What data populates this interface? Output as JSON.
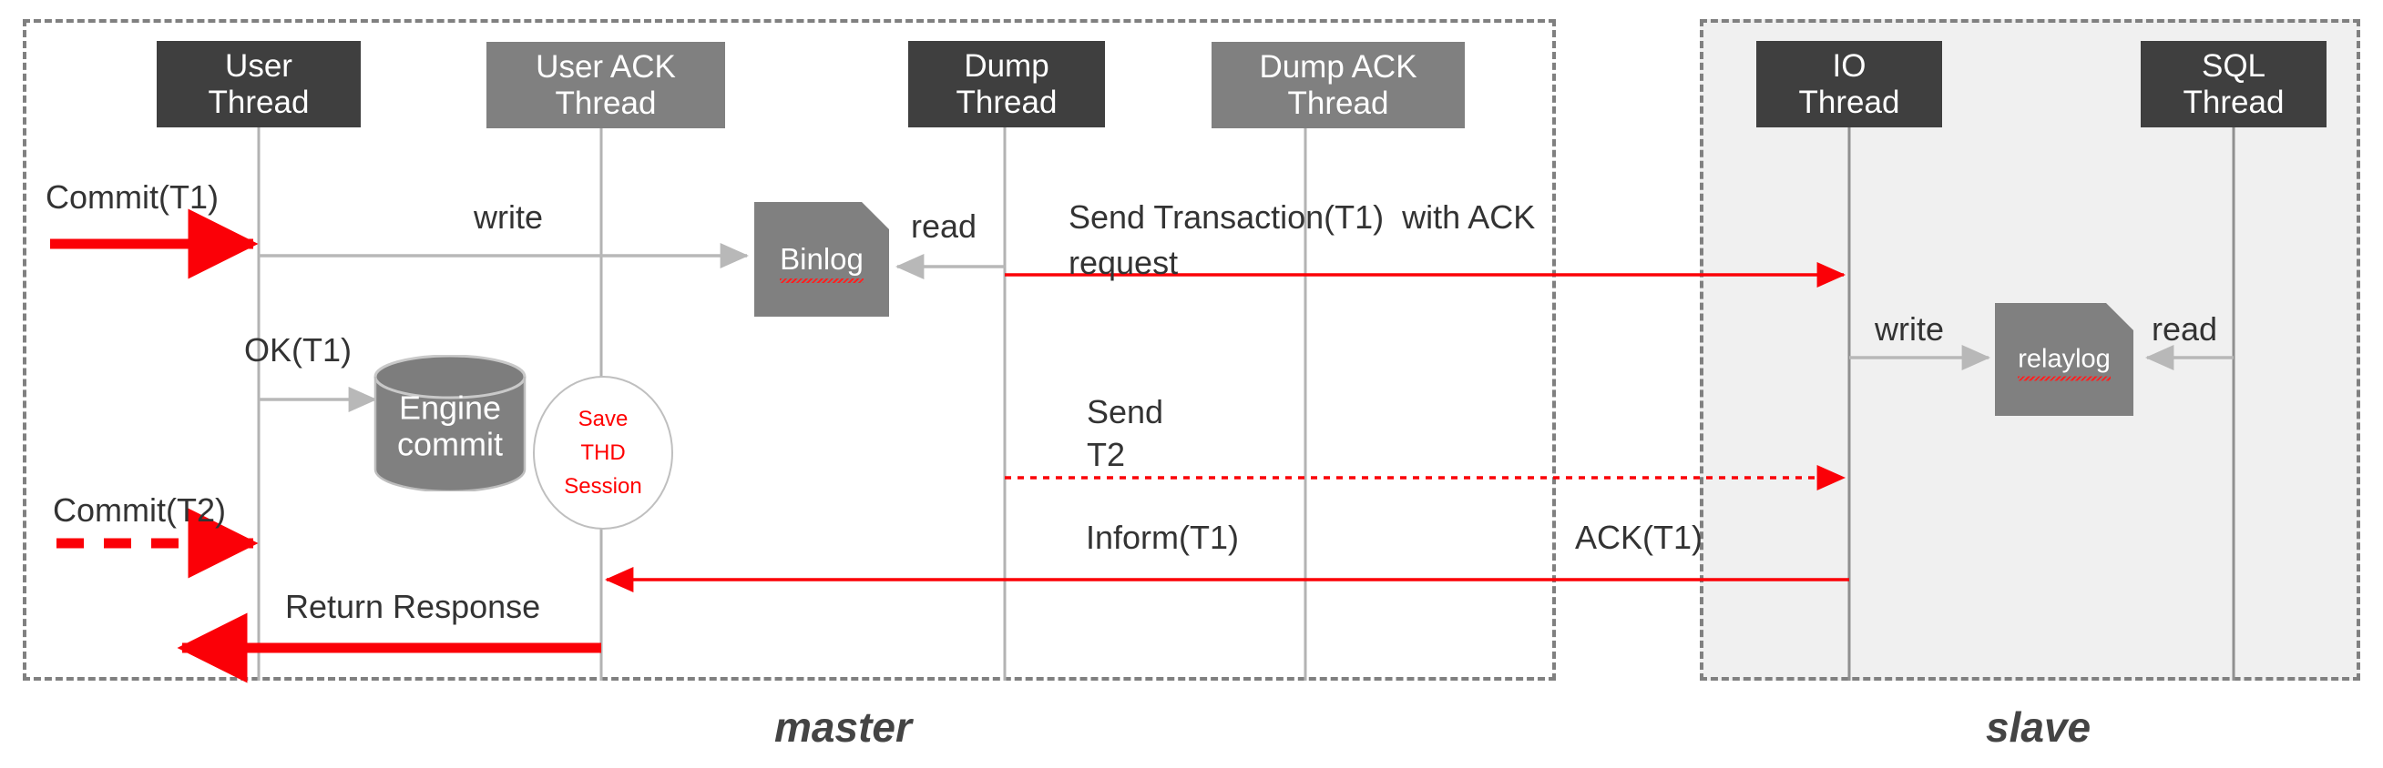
{
  "diagram": {
    "title_zones": [
      {
        "name": "master",
        "label": "master"
      },
      {
        "name": "slave",
        "label": "slave"
      }
    ],
    "colors": {
      "dark_box": "#3f3f3f",
      "light_box": "#808080",
      "red": "#ff0000",
      "grey_line": "#b3b3b3",
      "panel_border": "#808080",
      "slave_bg": "#f0f0f0"
    },
    "lifelines": [
      {
        "name": "user-thread",
        "label_line1": "User",
        "label_line2": "Thread",
        "style": "dark"
      },
      {
        "name": "user-ack-thread",
        "label_line1": "User ACK",
        "label_line2": "Thread",
        "style": "light"
      },
      {
        "name": "dump-thread",
        "label_line1": "Dump",
        "label_line2": "Thread",
        "style": "dark"
      },
      {
        "name": "dump-ack-thread",
        "label_line1": "Dump ACK",
        "label_line2": "Thread",
        "style": "light"
      },
      {
        "name": "io-thread",
        "label_line1": "IO",
        "label_line2": "Thread",
        "style": "dark"
      },
      {
        "name": "sql-thread",
        "label_line1": "SQL",
        "label_line2": "Thread",
        "style": "dark"
      }
    ],
    "shapes": {
      "binlog": {
        "label": "Binlog"
      },
      "relaylog": {
        "label": "relaylog"
      },
      "engine_commit": {
        "label_line1": "Engine",
        "label_line2": "commit"
      },
      "save_thd": {
        "line1": "Save",
        "line2": "THD",
        "line3": "Session"
      }
    },
    "messages": {
      "commit_t1": "Commit(T1)",
      "write_master": "write",
      "read_master": "read",
      "send_transaction": "Send Transaction(T1)  with ACK",
      "send_transaction_2": "request",
      "ok_t1": "OK(T1)",
      "commit_t2": "Commit(T2)",
      "send_t2_l1": "Send",
      "send_t2_l2": "T2",
      "inform_t1": "Inform(T1)",
      "ack_t1": "ACK(T1)",
      "return_response": "Return Response",
      "write_slave": "write",
      "read_slave": "read"
    }
  }
}
